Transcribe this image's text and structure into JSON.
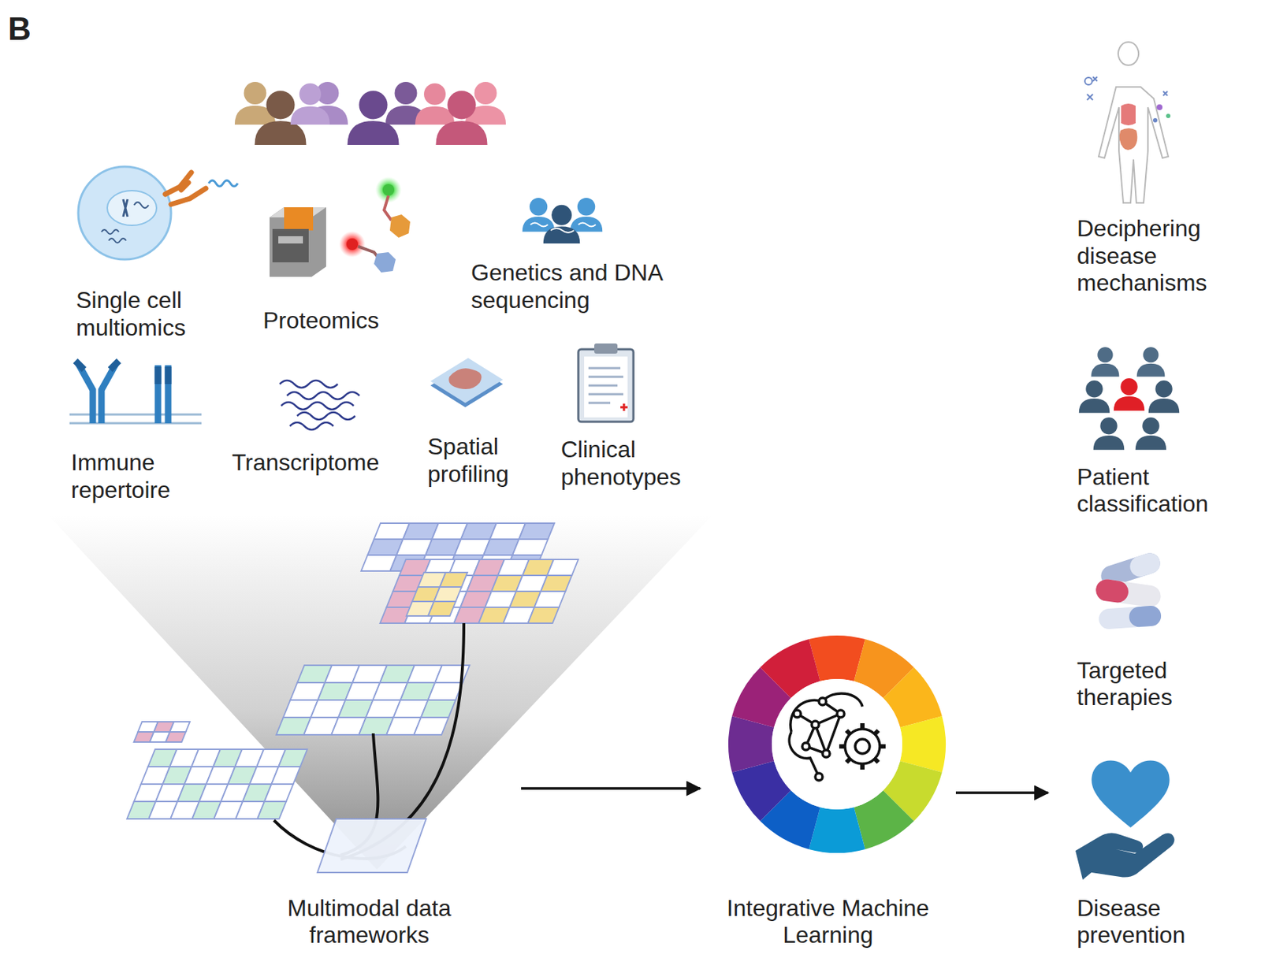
{
  "diagram": {
    "nodes": [
      {
        "text": [
          "Multimodal data frameworks"
        ]
      },
      {
        "text": [
          "Integrative Machine Learning"
        ]
      },
      {
        "text": [
          "Deciphering disease mechanisms"
        ]
      },
      {
        "text": [
          "Patient classification"
        ]
      },
      {
        "text": [
          "Targeted therapies"
        ]
      },
      {
        "text": [
          "Disease prevention"
        ]
      }
    ],
    "edges": [
      {
        "from": 0,
        "to": 1,
        "arrow": "to"
      },
      {
        "from": 1,
        "to": 5,
        "arrow": "to"
      }
    ],
    "labels": [
      "B",
      "Single cell multiomics",
      "Proteomics",
      "Genetics and DNA sequencing",
      "Immune repertoire",
      "Transcriptome",
      "Spatial profiling",
      "Clinical phenotypes"
    ]
  }
}
